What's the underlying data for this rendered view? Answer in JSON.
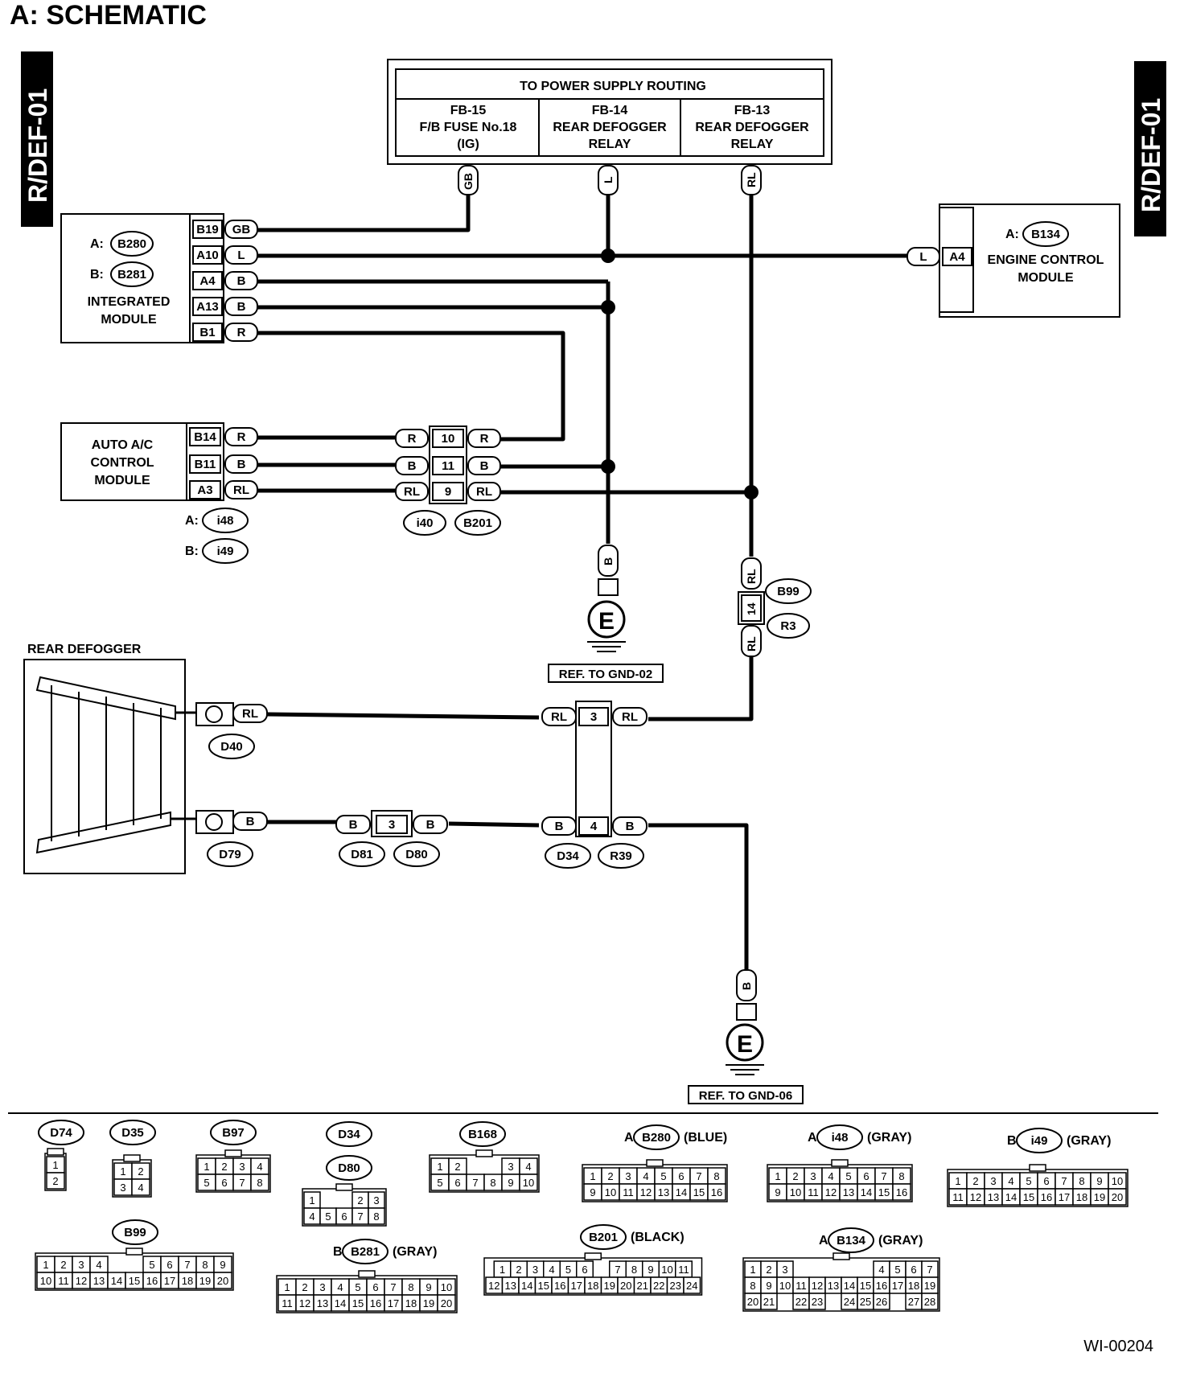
{
  "title": "A:  SCHEMATIC",
  "side_tag": "R/DEF-01",
  "figure_code": "WI-00204",
  "power_supply": {
    "header": "TO POWER SUPPLY ROUTING",
    "cols": [
      {
        "code": "FB-15",
        "line1": "F/B FUSE No.18",
        "line2": "(IG)"
      },
      {
        "code": "FB-14",
        "line1": "REAR DEFOGGER",
        "line2": "RELAY"
      },
      {
        "code": "FB-13",
        "line1": "REAR DEFOGGER",
        "line2": "RELAY"
      }
    ],
    "wires": [
      "GB",
      "L",
      "RL"
    ]
  },
  "integrated_module": {
    "name1": "INTEGRATED",
    "name2": "MODULE",
    "conn_a_prefix": "A:",
    "conn_a": "B280",
    "conn_b_prefix": "B:",
    "conn_b": "B281",
    "pins": [
      {
        "pin": "B19",
        "wire": "GB"
      },
      {
        "pin": "A10",
        "wire": "L"
      },
      {
        "pin": "A4",
        "wire": "B"
      },
      {
        "pin": "A13",
        "wire": "B"
      },
      {
        "pin": "B1",
        "wire": "R"
      }
    ]
  },
  "ecm": {
    "prefix": "A:",
    "conn": "B134",
    "name1": "ENGINE CONTROL",
    "name2": "MODULE",
    "pin": "A4",
    "wire": "L"
  },
  "auto_ac": {
    "name1": "AUTO A/C",
    "name2": "CONTROL",
    "name3": "MODULE",
    "conn_a_prefix": "A:",
    "conn_a": "i48",
    "conn_b_prefix": "B:",
    "conn_b": "i49",
    "pins": [
      {
        "pin": "B14",
        "wire": "R"
      },
      {
        "pin": "B11",
        "wire": "B"
      },
      {
        "pin": "A3",
        "wire": "RL"
      }
    ]
  },
  "junction_i40": {
    "rows": [
      {
        "left": "R",
        "pin": "10",
        "right": "R"
      },
      {
        "left": "B",
        "pin": "11",
        "right": "B"
      },
      {
        "left": "RL",
        "pin": "9",
        "right": "RL"
      }
    ],
    "conn_left": "i40",
    "conn_right": "B201"
  },
  "ground_02": {
    "wire": "B",
    "symbol": "E",
    "ref": "REF. TO GND-02"
  },
  "ground_06": {
    "wire": "B",
    "symbol": "E",
    "ref": "REF. TO GND-06"
  },
  "b99": {
    "wire_top": "RL",
    "pin": "14",
    "wire_bottom": "RL",
    "conn1": "B99",
    "conn2": "R3"
  },
  "rear_defogger": {
    "title": "REAR DEFOGGER",
    "top_wire": "RL",
    "top_conn": "D40",
    "bottom_wire": "B",
    "bottom_conn": "D79"
  },
  "d81_d80": {
    "left": "B",
    "pin": "3",
    "right": "B",
    "conn1": "D81",
    "conn2": "D80"
  },
  "d34_r39": {
    "top": {
      "left": "RL",
      "pin": "3",
      "right": "RL"
    },
    "bottom": {
      "left": "B",
      "pin": "4",
      "right": "B"
    },
    "conn1": "D34",
    "conn2": "R39"
  },
  "connectors": [
    {
      "id": "D74",
      "label": "D74",
      "prefix": "",
      "suffix": "",
      "rows": [
        [
          "1"
        ],
        [
          "2"
        ]
      ]
    },
    {
      "id": "D35",
      "label": "D35",
      "prefix": "",
      "suffix": "",
      "rows": [
        [
          "1",
          "2"
        ],
        [
          "3",
          "4"
        ]
      ]
    },
    {
      "id": "B97",
      "label": "B97",
      "prefix": "",
      "suffix": "",
      "rows": [
        [
          "1",
          "2",
          "3",
          "4"
        ],
        [
          "5",
          "6",
          "7",
          "8"
        ]
      ]
    },
    {
      "id": "D34",
      "label": "D34",
      "label2": "D80",
      "prefix": "",
      "suffix": "",
      "rows": [
        [
          "1",
          "",
          "",
          "2",
          "3"
        ],
        [
          "4",
          "5",
          "6",
          "7",
          "8"
        ]
      ]
    },
    {
      "id": "B168",
      "label": "B168",
      "prefix": "",
      "suffix": "",
      "rows": [
        [
          "1",
          "2",
          "",
          "",
          "3",
          "4"
        ],
        [
          "5",
          "6",
          "7",
          "8",
          "9",
          "10"
        ]
      ]
    },
    {
      "id": "B280",
      "label": "B280",
      "prefix": "A:",
      "suffix": "(BLUE)",
      "rows": [
        [
          "1",
          "2",
          "3",
          "4",
          "5",
          "6",
          "7",
          "8"
        ],
        [
          "9",
          "10",
          "11",
          "12",
          "13",
          "14",
          "15",
          "16"
        ]
      ]
    },
    {
      "id": "i48",
      "label": "i48",
      "prefix": "A:",
      "suffix": "(GRAY)",
      "rows": [
        [
          "1",
          "2",
          "3",
          "4",
          "5",
          "6",
          "7",
          "8"
        ],
        [
          "9",
          "10",
          "11",
          "12",
          "13",
          "14",
          "15",
          "16"
        ]
      ]
    },
    {
      "id": "i49",
      "label": "i49",
      "prefix": "B:",
      "suffix": "(GRAY)",
      "rows": [
        [
          "1",
          "2",
          "3",
          "4",
          "5",
          "6",
          "7",
          "8",
          "9",
          "10"
        ],
        [
          "11",
          "12",
          "13",
          "14",
          "15",
          "16",
          "17",
          "18",
          "19",
          "20"
        ]
      ]
    },
    {
      "id": "B99",
      "label": "B99",
      "prefix": "",
      "suffix": "",
      "rows": [
        [
          "1",
          "2",
          "3",
          "4",
          "",
          "",
          "5",
          "6",
          "7",
          "8",
          "9"
        ],
        [
          "10",
          "11",
          "12",
          "13",
          "14",
          "15",
          "16",
          "17",
          "18",
          "19",
          "20"
        ]
      ]
    },
    {
      "id": "B281",
      "label": "B281",
      "prefix": "B:",
      "suffix": "(GRAY)",
      "rows": [
        [
          "1",
          "2",
          "3",
          "4",
          "5",
          "6",
          "7",
          "8",
          "9",
          "10"
        ],
        [
          "11",
          "12",
          "13",
          "14",
          "15",
          "16",
          "17",
          "18",
          "19",
          "20"
        ]
      ]
    },
    {
      "id": "B201",
      "label": "B201",
      "prefix": "",
      "suffix": "(BLACK)",
      "rows": [
        [
          "1",
          "2",
          "3",
          "4",
          "5",
          "6",
          "",
          "7",
          "8",
          "9",
          "10",
          "11"
        ],
        [
          "12",
          "13",
          "14",
          "15",
          "16",
          "17",
          "18",
          "19",
          "20",
          "21",
          "22",
          "23",
          "24"
        ]
      ]
    },
    {
      "id": "B134",
      "label": "B134",
      "prefix": "A:",
      "suffix": "(GRAY)",
      "rows": [
        [
          "1",
          "2",
          "3",
          "",
          "",
          "",
          "",
          "",
          "4",
          "5",
          "6",
          "7"
        ],
        [
          "8",
          "9",
          "10",
          "11",
          "12",
          "13",
          "14",
          "15",
          "16",
          "17",
          "18",
          "19"
        ],
        [
          "20",
          "21",
          "",
          "22",
          "23",
          "",
          "24",
          "25",
          "26",
          "",
          "27",
          "28"
        ]
      ]
    }
  ]
}
